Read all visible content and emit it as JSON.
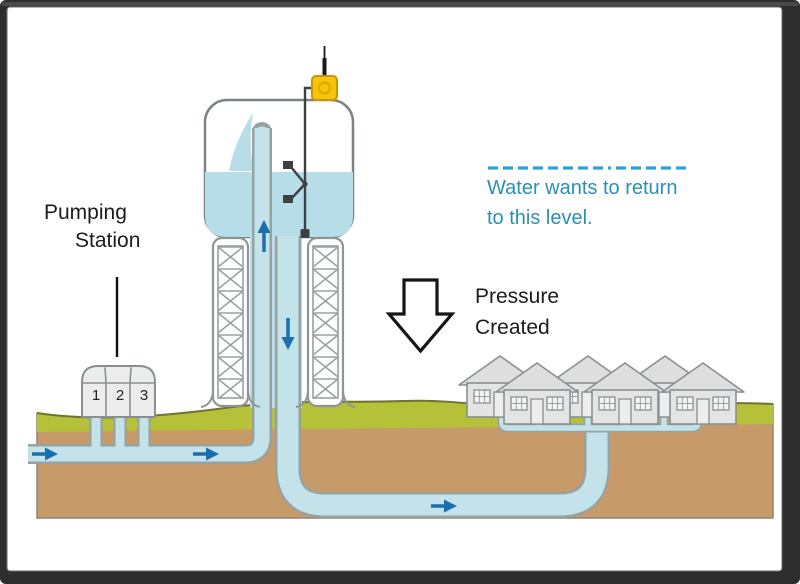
{
  "labels": {
    "pumping_station_line1": "Pumping",
    "pumping_station_line2": "Station",
    "water_return_line1": "Water wants to return",
    "water_return_line2": "to this level.",
    "pressure_line1": "Pressure",
    "pressure_line2": "Created"
  },
  "pumping_station": {
    "unit_numbers": [
      "1",
      "2",
      "3"
    ]
  },
  "icons": [
    "flow-arrow-right-supply",
    "flow-arrow-right-after-pumps",
    "flow-arrow-up-riser",
    "flow-arrow-down-downcomer",
    "flow-arrow-right-distribution",
    "pressure-down-arrow",
    "water-level-dashed-line",
    "level-transmitter",
    "antenna",
    "float-switch"
  ],
  "colors": {
    "water_fill": "#c3e2ea",
    "tank_water": "#b6dde8",
    "pipe_outline": "#98a3a1",
    "flow_arrow_blue": "#1c6fad",
    "annotation_teal": "#2a90b2",
    "dashed_line_blue": "#2aa5d6",
    "soil_brown": "#c79a69",
    "grass_olive": "#b5c138",
    "structure_gray": "#9aa0a2",
    "transmitter_yellow": "#f6c50b",
    "frame_dark": "#2e2e2e"
  }
}
